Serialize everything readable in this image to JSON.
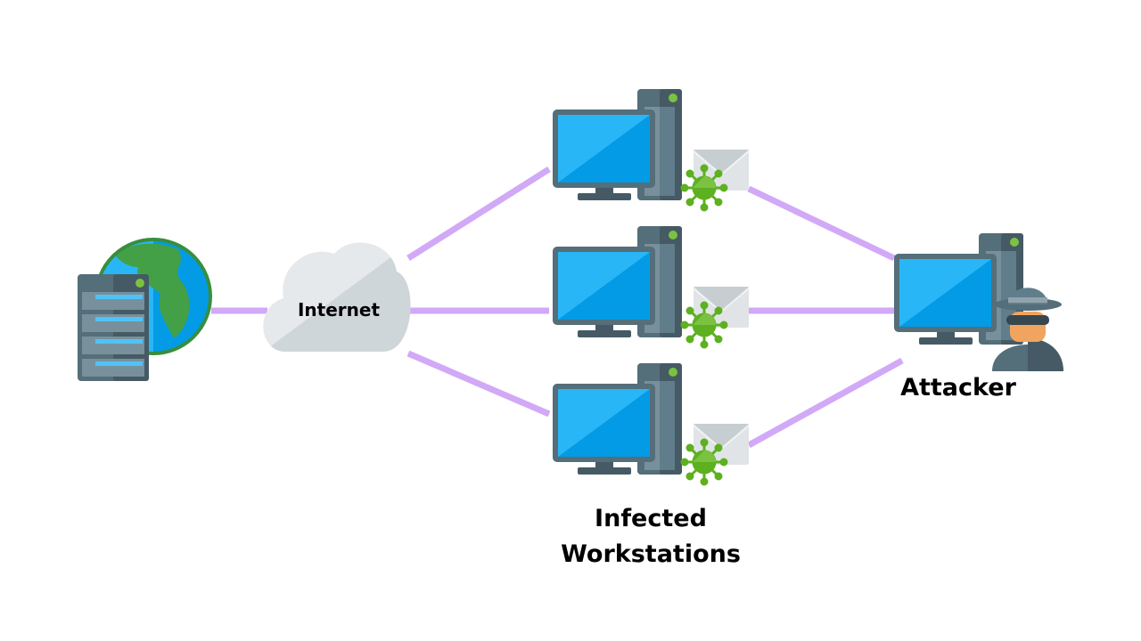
{
  "diagram": {
    "title": "Infected Workstations to Attacker network diagram",
    "nodes": [
      {
        "id": "web-server",
        "icon": "server-globe-icon",
        "label": ""
      },
      {
        "id": "internet",
        "icon": "cloud-icon",
        "label": "Internet"
      },
      {
        "id": "workstation-1",
        "icon": "desktop-computer-icon",
        "badges": [
          "virus-icon",
          "envelope-icon"
        ]
      },
      {
        "id": "workstation-2",
        "icon": "desktop-computer-icon",
        "badges": [
          "virus-icon",
          "envelope-icon"
        ]
      },
      {
        "id": "workstation-3",
        "icon": "desktop-computer-icon",
        "badges": [
          "virus-icon",
          "envelope-icon"
        ]
      },
      {
        "id": "attacker",
        "icon": "hacker-computer-icon",
        "label": "Attacker"
      }
    ],
    "edges": [
      [
        "web-server",
        "internet"
      ],
      [
        "internet",
        "workstation-1"
      ],
      [
        "internet",
        "workstation-2"
      ],
      [
        "internet",
        "workstation-3"
      ],
      [
        "workstation-1",
        "attacker"
      ],
      [
        "workstation-2",
        "attacker"
      ],
      [
        "workstation-3",
        "attacker"
      ]
    ],
    "group_label_line1": "Infected",
    "group_label_line2": "Workstations",
    "colors": {
      "connector": "#d1a9f7",
      "screen": "#29b6f6",
      "virus": "#5db01f",
      "globe_land": "#43a047",
      "globe_water": "#29b6f6"
    }
  }
}
